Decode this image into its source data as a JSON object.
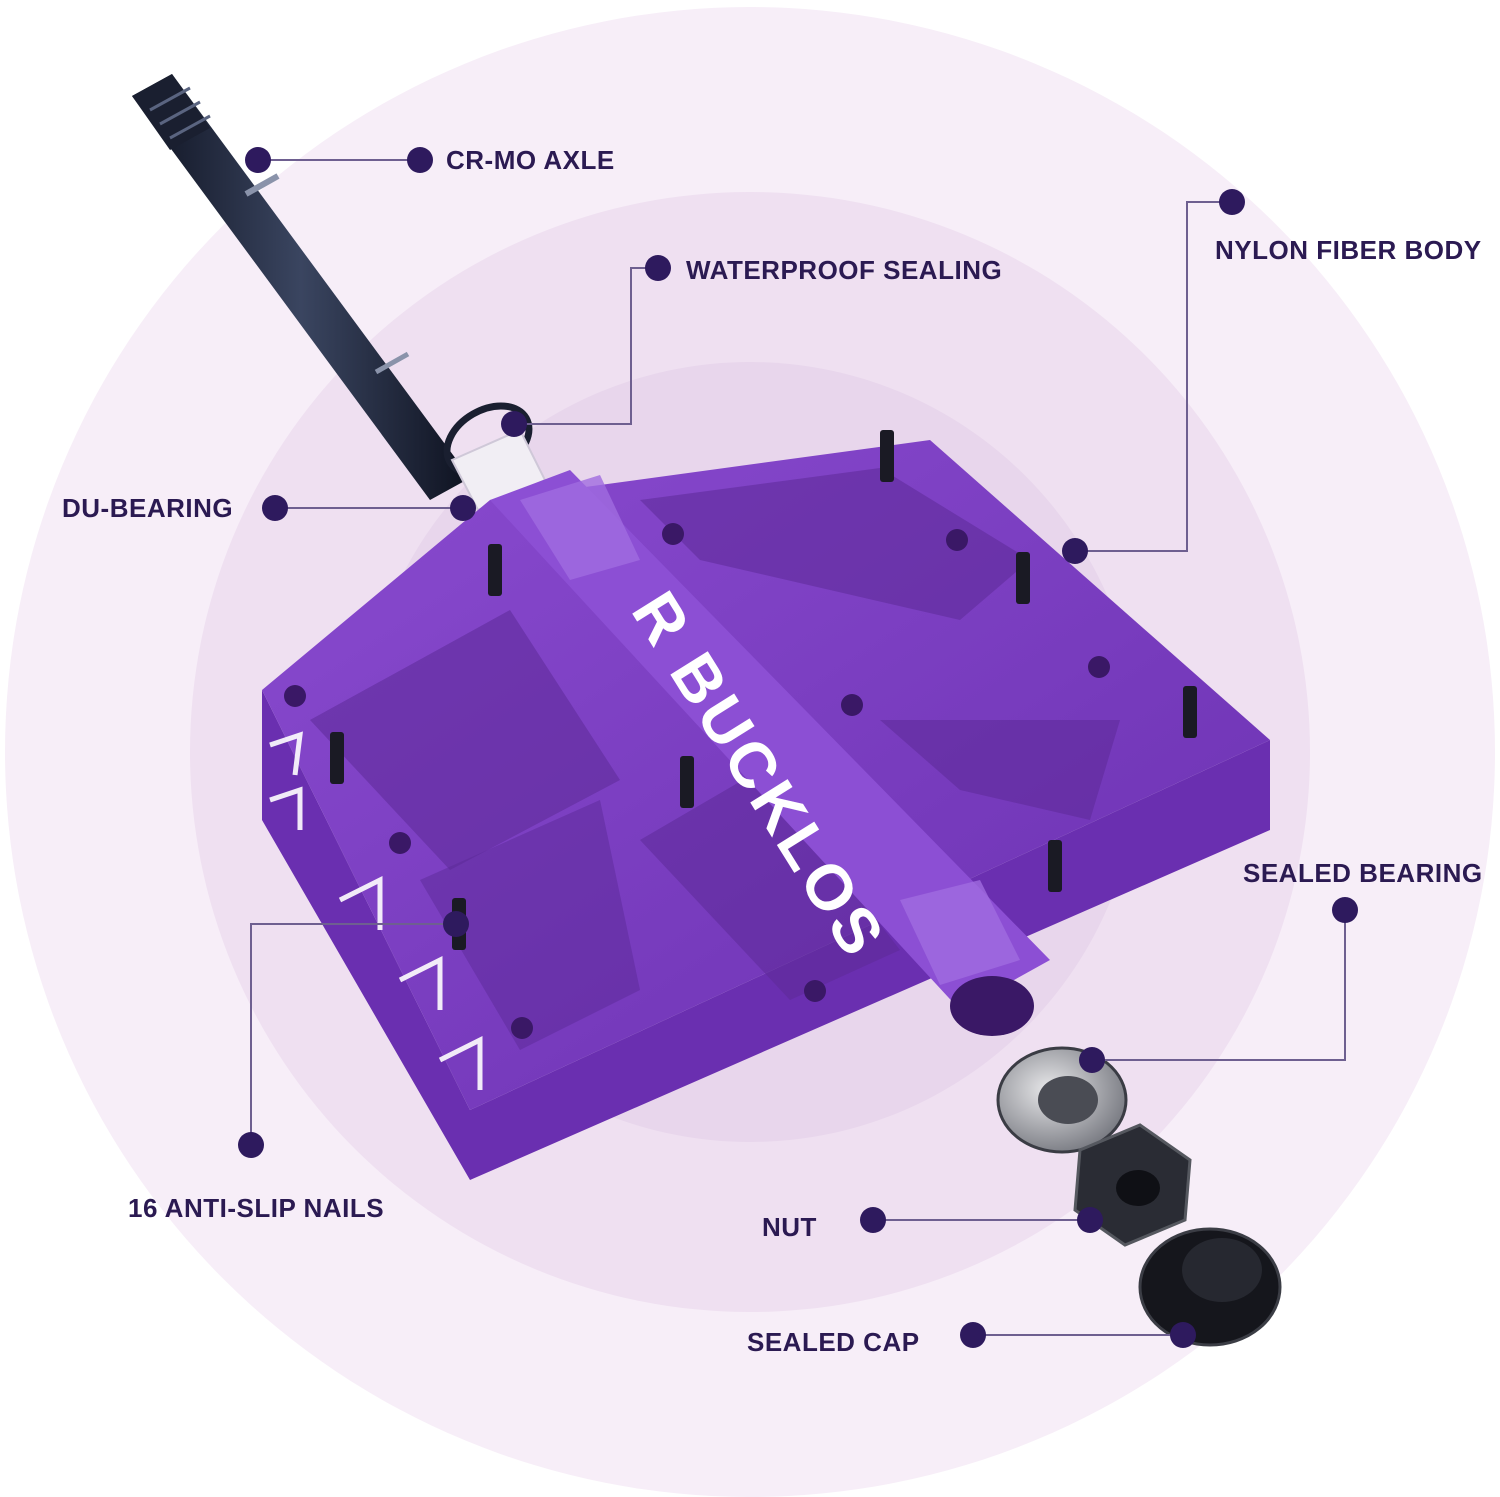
{
  "theme": {
    "background": "#ffffff",
    "circle_outer": "#f7eef8",
    "circle_mid": "#efe0f1",
    "circle_inner": "#e8d6ec",
    "pedal_body": "#7e3fc4",
    "pedal_dark": "#5c2a97",
    "pedal_shadow": "#4a2080",
    "axle": "#1e2436",
    "label_color": "#2b1a52",
    "marker_color": "#2e1a5e"
  },
  "product": {
    "brand_text": "R  BUCKLOS"
  },
  "callouts": {
    "crmo_axle": "CR-MO AXLE",
    "waterproof_sealing": "WATERPROOF SEALING",
    "nylon_fiber_body": "NYLON FIBER BODY",
    "du_bearing": "DU-BEARING",
    "sealed_bearing": "SEALED BEARING",
    "anti_slip_nails": "16 ANTI-SLIP NAILS",
    "nut": "NUT",
    "sealed_cap": "SEALED CAP"
  }
}
